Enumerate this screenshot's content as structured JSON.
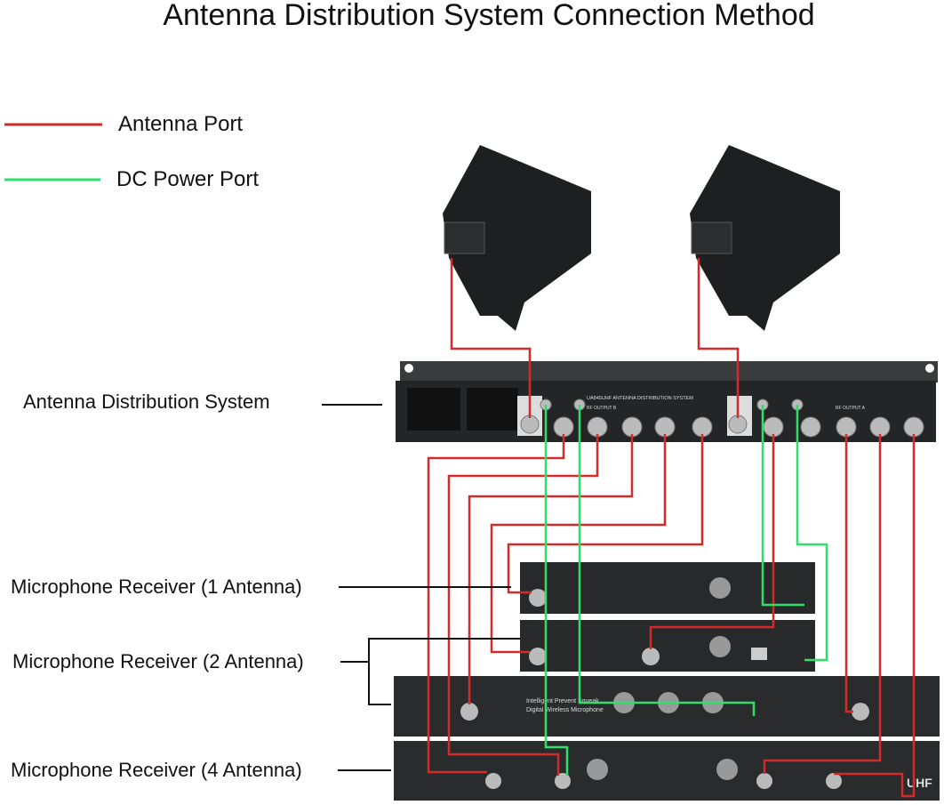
{
  "title": "Antenna Distribution System Connection Method",
  "legend": [
    {
      "label": "Antenna Port",
      "color": "#d42a2a"
    },
    {
      "label": "DC Power Port",
      "color": "#2ee06a"
    }
  ],
  "labels": {
    "distribution": "Antenna Distribution System",
    "receiver1": "Microphone Receiver (1 Antenna)",
    "receiver2": "Microphone Receiver (2 Antenna)",
    "receiver4": "Microphone Receiver (4 Antenna)"
  },
  "device_text": {
    "rack_model": "UA845UHF ANTENNA DISTRIBUTION SYSTEM",
    "rf_output_b": "RF OUTPUT B",
    "rf_output_a": "RF OUTPUT A",
    "receiver_brand_line1": "Intelligent Prevent Squeak",
    "receiver_brand_line2": "Digital Wireless Microphone",
    "uhf": "UHF"
  },
  "colors": {
    "antenna_cable": "#d42a2a",
    "dc_cable": "#2ee06a",
    "device": "#2a2b2d"
  }
}
